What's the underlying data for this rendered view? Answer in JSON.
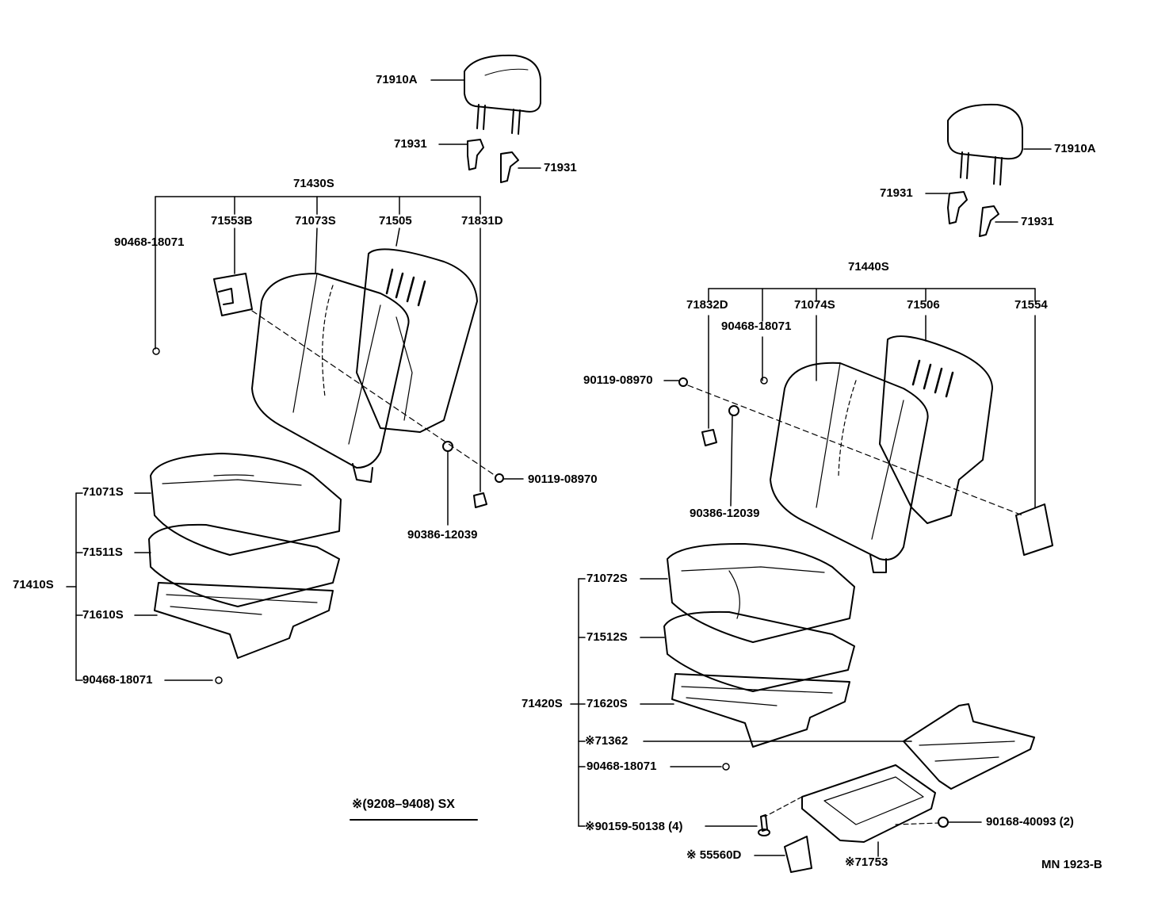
{
  "left_seat": {
    "headrest": "71910A",
    "support_left": "71931",
    "support_right": "71931",
    "back_assy": "71430S",
    "back_hinge_cover": "71553B",
    "back_cover": "71073S",
    "back_pad": "71505",
    "back_board": "71831D",
    "back_hog_ring": "90468-18071",
    "back_clip": "90119-08970",
    "back_nut": "90386-12039",
    "cushion_assy": "71410S",
    "cushion_cover": "71071S",
    "cushion_pad": "71511S",
    "cushion_frame": "71610S",
    "cushion_hog_ring": "90468-18071"
  },
  "right_seat": {
    "headrest": "71910A",
    "support_left": "71931",
    "support_right": "71931",
    "back_assy": "71440S",
    "back_board": "71832D",
    "back_hog_ring": "90468-18071",
    "back_cover": "71074S",
    "back_pad": "71506",
    "back_hinge_cover": "71554",
    "back_clip": "90119-08970",
    "back_nut": "90386-12039",
    "cushion_assy": "71420S",
    "cushion_cover": "71072S",
    "cushion_pad": "71512S",
    "cushion_frame": "71620S",
    "adjuster": "※71362",
    "cushion_hog_ring": "90468-18071",
    "screw": "※90159-50138 (4)",
    "bolt": "90168-40093 (2)",
    "bracket": "※ 55560D",
    "cover": "※71753"
  },
  "note": "※(9208–9408) SX",
  "diagram_code": "MN 1923-B"
}
